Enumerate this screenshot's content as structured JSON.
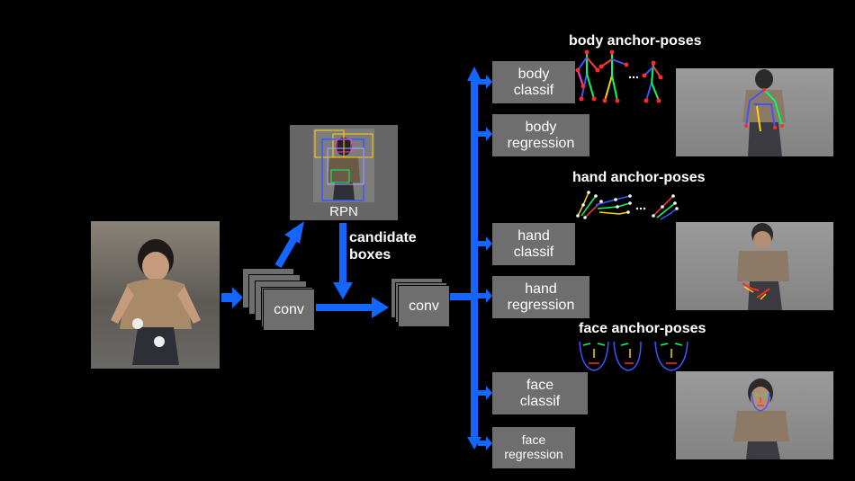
{
  "colors": {
    "background": "#000000",
    "arrow": "#1565ff",
    "box": "#6e6e6e",
    "text": "#ffffff"
  },
  "labels": {
    "conv_left": "conv",
    "conv_right": "conv",
    "rpn": "RPN",
    "candidate_boxes": "candidate\nboxes"
  },
  "branches": [
    {
      "label": "body\nclassif"
    },
    {
      "label": "body\nregression"
    },
    {
      "label": "hand\nclassif"
    },
    {
      "label": "hand\nregression"
    },
    {
      "label": "face\nclassif"
    },
    {
      "label": "face\nregression"
    }
  ],
  "anchor_titles": {
    "body": "body anchor-poses",
    "hand": "hand anchor-poses",
    "face": "face anchor-poses"
  }
}
